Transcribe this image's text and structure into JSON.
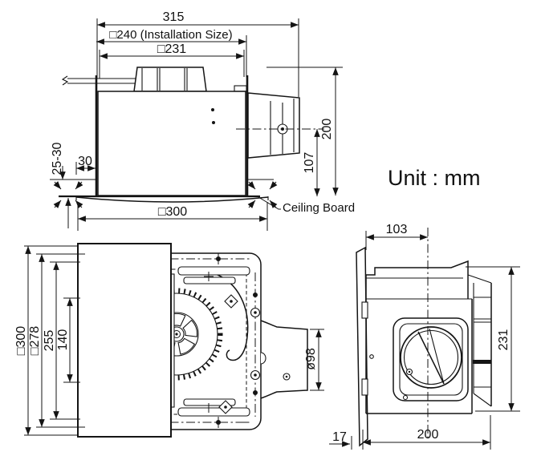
{
  "unit_label": "Unit : mm",
  "side_view": {
    "dim_overall_width": "315",
    "dim_installation": "□240 (Installation Size)",
    "dim_body_width": "□231",
    "dim_height": "200",
    "dim_duct_center_height": "107",
    "dim_ceiling_thickness": "25-30",
    "dim_flange_overlap": "30",
    "dim_panel_width": "□300",
    "label_ceiling_board": "Ceiling Board"
  },
  "bottom_view": {
    "dim_panel": "□300",
    "dim_body": "□278",
    "dim_opening": "255",
    "dim_inner": "140",
    "dim_duct_diameter": "ø98"
  },
  "end_view": {
    "dim_duct_offset": "103",
    "dim_body_height": "231",
    "dim_body_width": "200",
    "dim_panel_thickness": "17"
  }
}
